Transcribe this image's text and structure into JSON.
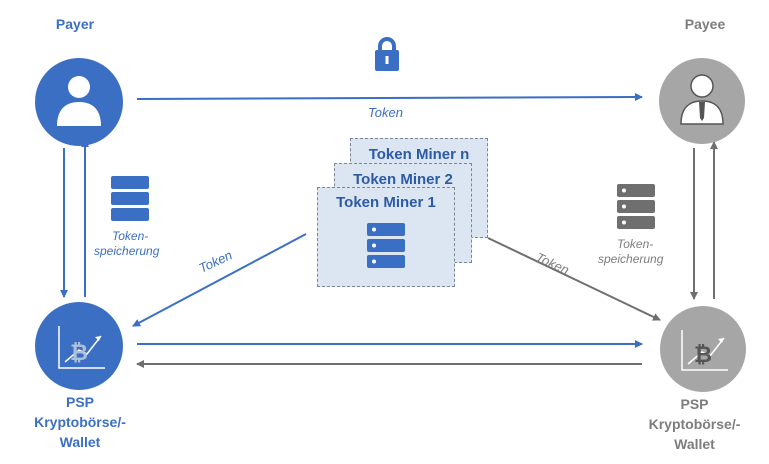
{
  "payer": {
    "title": "Payer"
  },
  "payee": {
    "title": "Payee"
  },
  "psp_left": {
    "line1": "PSP",
    "line2": "Kryptobörse/-",
    "line3": "Wallet"
  },
  "psp_right": {
    "line1": "PSP",
    "line2": "Kryptobörse/-",
    "line3": "Wallet"
  },
  "arrows": {
    "top_label": "Token",
    "left_diag_label": "Token",
    "right_diag_label": "Token"
  },
  "storage_left": {
    "line1": "Token-",
    "line2": "speicherung"
  },
  "storage_right": {
    "line1": "Token-",
    "line2": "speicherung"
  },
  "miners": [
    "Token Miner n",
    "Token Miner 2",
    "Token Miner 1"
  ],
  "colors": {
    "blue": "#3b6fc4",
    "grey": "#8c8c8c",
    "card": "#dce6f3"
  },
  "icons": [
    "lock-icon",
    "user-icon",
    "businessman-icon",
    "bitcoin-chart-icon",
    "server-icon"
  ]
}
